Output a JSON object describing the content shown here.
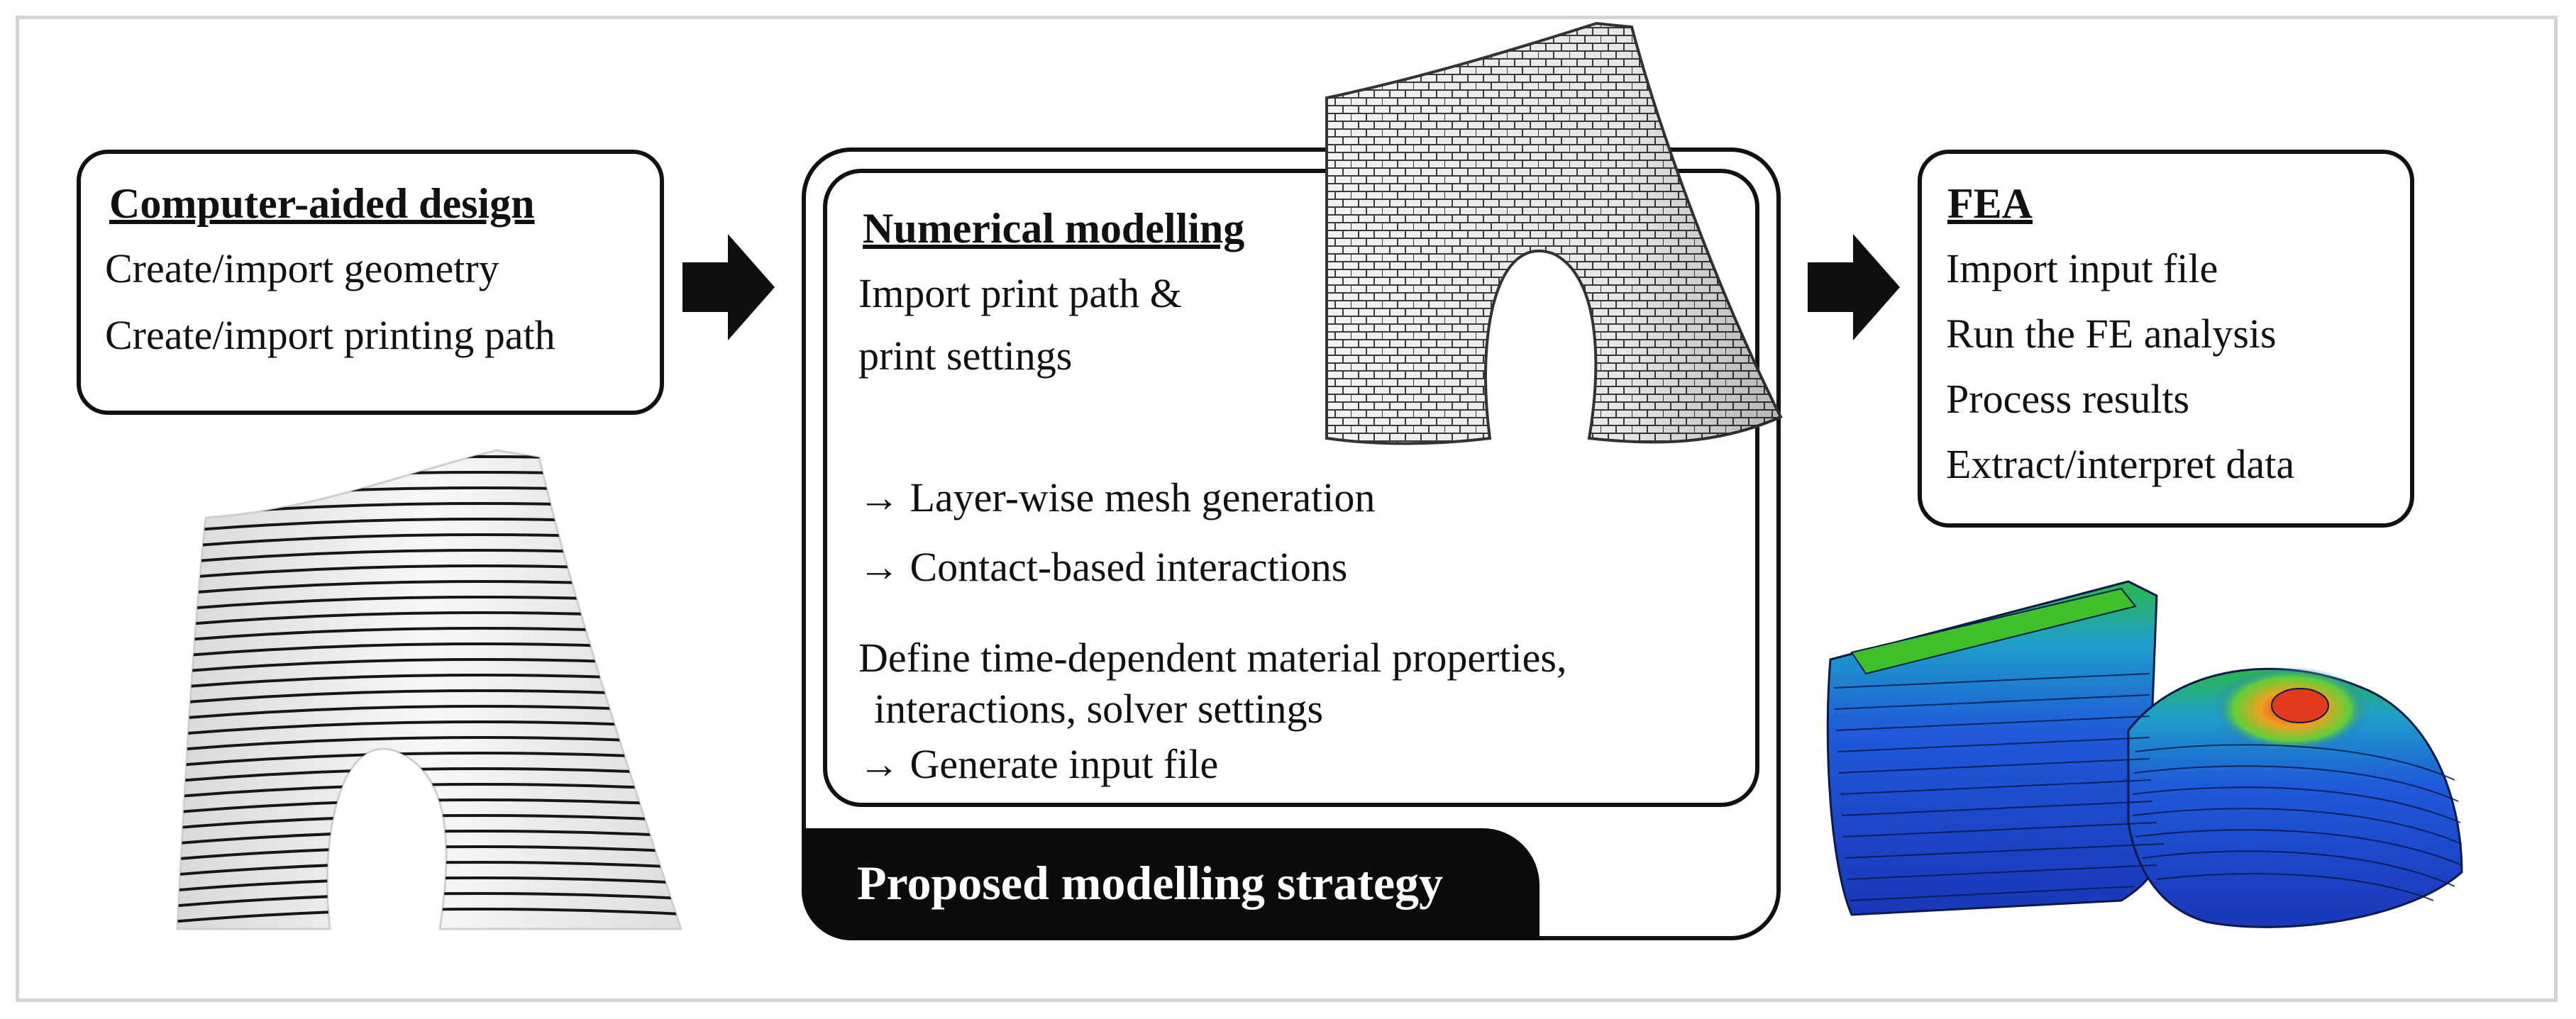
{
  "cad": {
    "title": "Computer-aided design",
    "items": [
      "Create/import geometry",
      "Create/import printing path"
    ]
  },
  "numerical": {
    "title": "Numerical modelling",
    "import_line1": "Import print path &",
    "import_line2": "print settings",
    "step_mesh": "→ Layer-wise mesh generation",
    "step_contact": "→ Contact-based interactions",
    "define_line1": "Define time-dependent material properties,",
    "define_line2": "interactions, solver settings",
    "step_generate": "→ Generate input file"
  },
  "strategy": {
    "label": "Proposed modelling strategy"
  },
  "fea": {
    "title": "FEA",
    "items": [
      "Import input file",
      "Run the FE analysis",
      "Process results",
      "Extract/interpret data"
    ]
  },
  "colors": {
    "arrow": "#0f0f0f",
    "fea_blue": "#1e4fd8",
    "fea_green": "#3fbf2a",
    "fea_red": "#e23a1e"
  }
}
